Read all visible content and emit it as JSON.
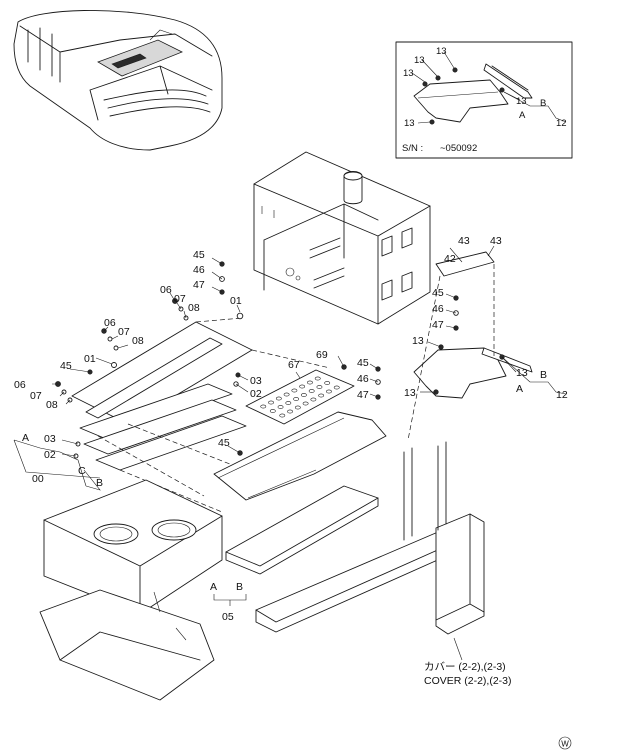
{
  "inset": {
    "serial_label": "S/N :",
    "serial_range": "~050092",
    "callouts": [
      "13",
      "13",
      "13",
      "13",
      "13",
      "A",
      "B",
      "12"
    ]
  },
  "callouts": {
    "c00": "00",
    "c01a": "01",
    "c01b": "01",
    "c02a": "02",
    "c02b": "02",
    "c03a": "03",
    "c03b": "03",
    "c05": "05",
    "c06a": "06",
    "c06b": "06",
    "c06c": "06",
    "c07a": "07",
    "c07b": "07",
    "c07c": "07",
    "c08a": "08",
    "c08b": "08",
    "c08c": "08",
    "c12": "12",
    "c13a": "13",
    "c13b": "13",
    "c13c": "13",
    "c42": "42",
    "c43a": "43",
    "c43b": "43",
    "c45a": "45",
    "c45b": "45",
    "c45c": "45",
    "c45d": "45",
    "c45e": "45",
    "c46a": "46",
    "c46b": "46",
    "c46c": "46",
    "c47a": "47",
    "c47b": "47",
    "c47c": "47",
    "c67": "67",
    "c69": "69",
    "ref_A1": "A",
    "ref_B1": "B",
    "ref_C1": "C",
    "ref_A2": "A",
    "ref_B2": "B",
    "ref_A3": "A",
    "ref_B3": "B"
  },
  "cover_note": {
    "jp": "カバー (2-2),(2-3)",
    "en": "COVER (2-2),(2-3)"
  },
  "watermark": "W"
}
